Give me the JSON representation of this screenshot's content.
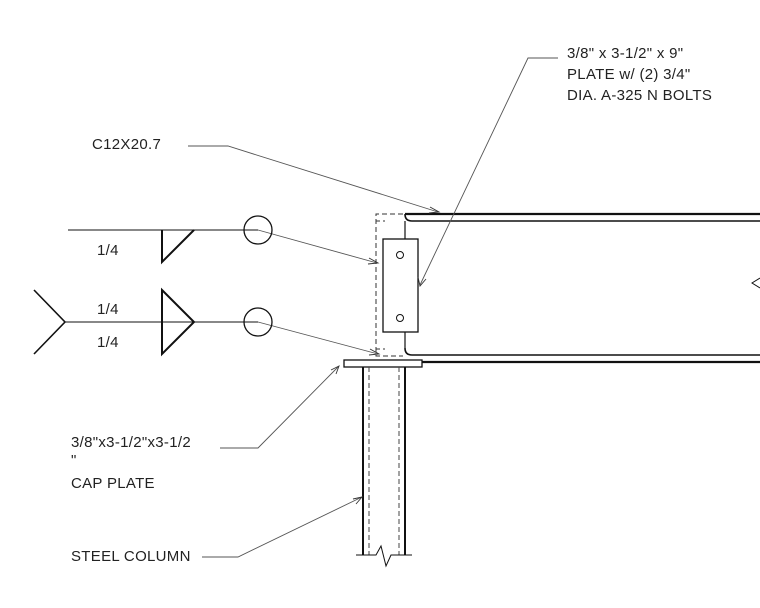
{
  "callouts": {
    "plate_line1": "3/8\" x 3-1/2\" x 9\"",
    "plate_line2": "PLATE w/ (2) 3/4\"",
    "plate_line3": "DIA. A-325 N BOLTS",
    "channel": "C12X20.7",
    "cap_line1": "3/8\"x3-1/2\"x3-1/2",
    "cap_line2": "\"",
    "cap_line3": "CAP PLATE",
    "column": "STEEL COLUMN"
  },
  "welds": {
    "top_size": "1/4",
    "bottom_size_arrow": "1/4",
    "bottom_size_other": "1/4"
  },
  "colors": {
    "line": "#111111",
    "leader": "#555555"
  }
}
